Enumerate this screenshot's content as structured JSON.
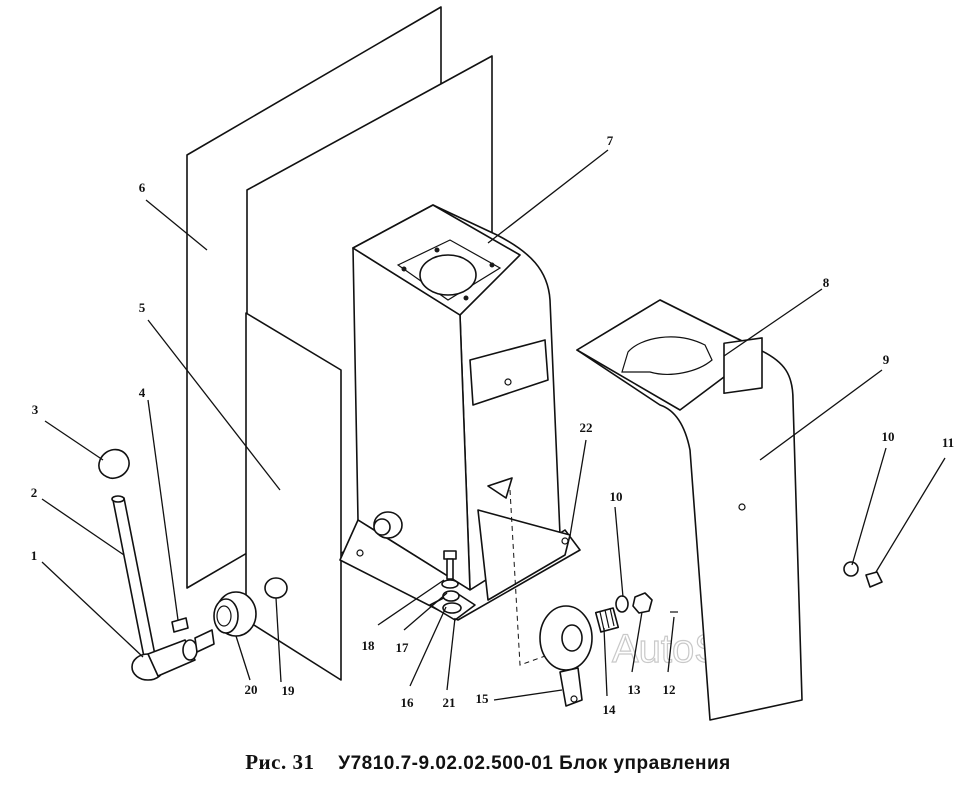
{
  "caption": {
    "figure": "Рис. 31",
    "title": "У7810.7-9.02.02.500-01  Блок управления"
  },
  "watermark": "AutoSoft",
  "callouts": [
    "1",
    "2",
    "3",
    "4",
    "5",
    "6",
    "7",
    "8",
    "9",
    "10",
    "11",
    "10",
    "13",
    "12",
    "14",
    "15",
    "16",
    "17",
    "18",
    "19",
    "20",
    "21",
    "22"
  ]
}
